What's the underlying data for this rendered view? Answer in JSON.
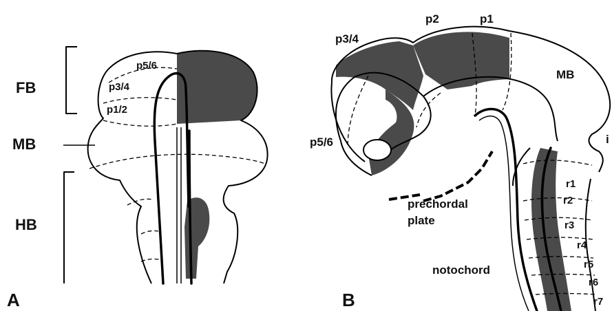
{
  "panel_a": {
    "letter": "A",
    "regions": {
      "fb": "FB",
      "mb": "MB",
      "hb": "HB"
    },
    "subdivisions": {
      "p56": "p5/6",
      "p34": "p3/4",
      "p12": "p1/2"
    }
  },
  "panel_b": {
    "letter": "B",
    "prosomeres": {
      "p34": "p3/4",
      "p2": "p2",
      "p1": "p1",
      "p56": "p5/6"
    },
    "mb": "MB",
    "isthmus_label": "i",
    "rhombomeres": [
      "r1",
      "r2",
      "r3",
      "r4",
      "r5",
      "r6",
      "r7"
    ],
    "prechordal_line1": "prechordal",
    "prechordal_line2": "plate",
    "notochord": "notochord"
  },
  "colors": {
    "shading": "#4a4a4a",
    "line": "#000000",
    "background": "#ffffff"
  }
}
